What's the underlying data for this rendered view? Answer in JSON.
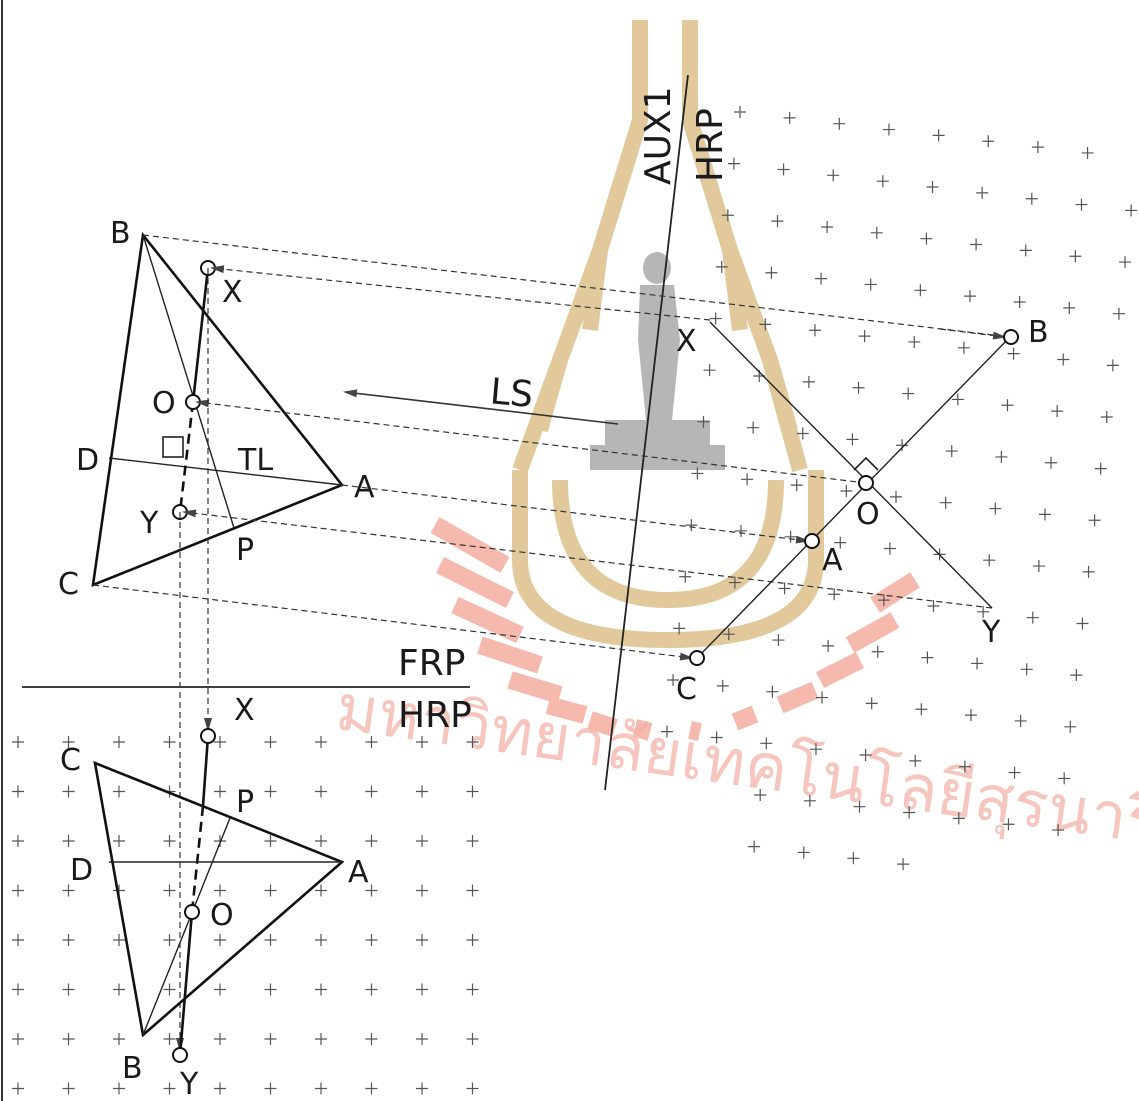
{
  "watermark": {
    "text": "มหาวิทยาลัยเทคโนโลยีสุรนารี",
    "colors": {
      "gold": "#d9b97a",
      "red": "#f2a294",
      "gray": "#9a9a9a"
    }
  },
  "planes": {
    "frp": "FRP",
    "hrp_bottom": "HRP",
    "aux1": "AUX1",
    "hrp_aux": "HRP"
  },
  "front_view": {
    "B": "B",
    "X": "X",
    "O": "O",
    "D": "D",
    "TL": "TL",
    "A": "A",
    "Y": "Y",
    "P": "P",
    "C": "C"
  },
  "sight_line": "LS",
  "top_view": {
    "C": "C",
    "X": "X",
    "P": "P",
    "D": "D",
    "A": "A",
    "O": "O",
    "B": "B",
    "Y": "Y"
  },
  "aux_view": {
    "X": "X",
    "B": "B",
    "O": "O",
    "A": "A",
    "Y": "Y",
    "C": "C"
  }
}
